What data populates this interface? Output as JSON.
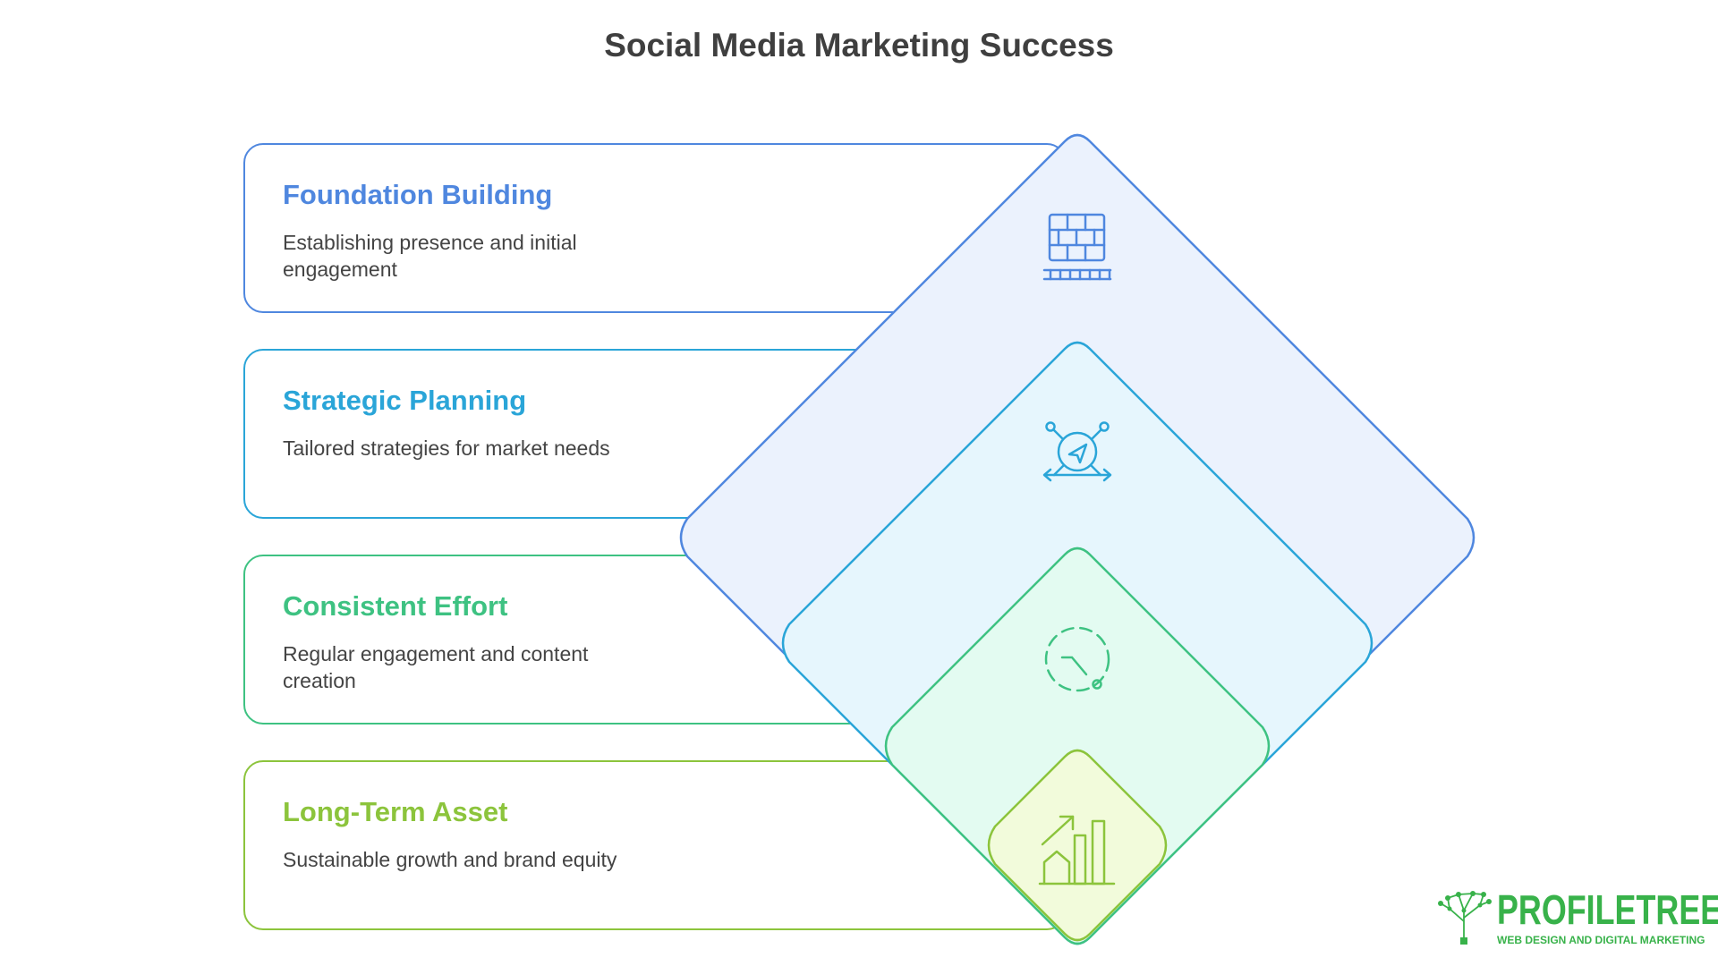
{
  "title": "Social Media Marketing Success",
  "steps": [
    {
      "title": "Foundation Building",
      "description": "Establishing presence and initial engagement",
      "color": "#4f87df",
      "fill": "#ebf2fd",
      "icon": "brick-wall-icon"
    },
    {
      "title": "Strategic Planning",
      "description": "Tailored strategies for market needs",
      "color": "#2aa5d8",
      "fill": "#e6f6fd",
      "icon": "strategy-compass-icon"
    },
    {
      "title": "Consistent Effort",
      "description": "Regular engagement and content creation",
      "color": "#3ec282",
      "fill": "#e3fbf1",
      "icon": "dashed-clock-icon"
    },
    {
      "title": "Long-Term Asset",
      "description": "Sustainable growth and brand equity",
      "color": "#8cc43c",
      "fill": "#f2fbdb",
      "icon": "growth-chart-house-icon"
    }
  ],
  "logo": {
    "name": "PROFILETREE",
    "tagline": "WEB DESIGN AND DIGITAL MARKETING",
    "color": "#38b24a",
    "icon": "tree-network-icon"
  }
}
